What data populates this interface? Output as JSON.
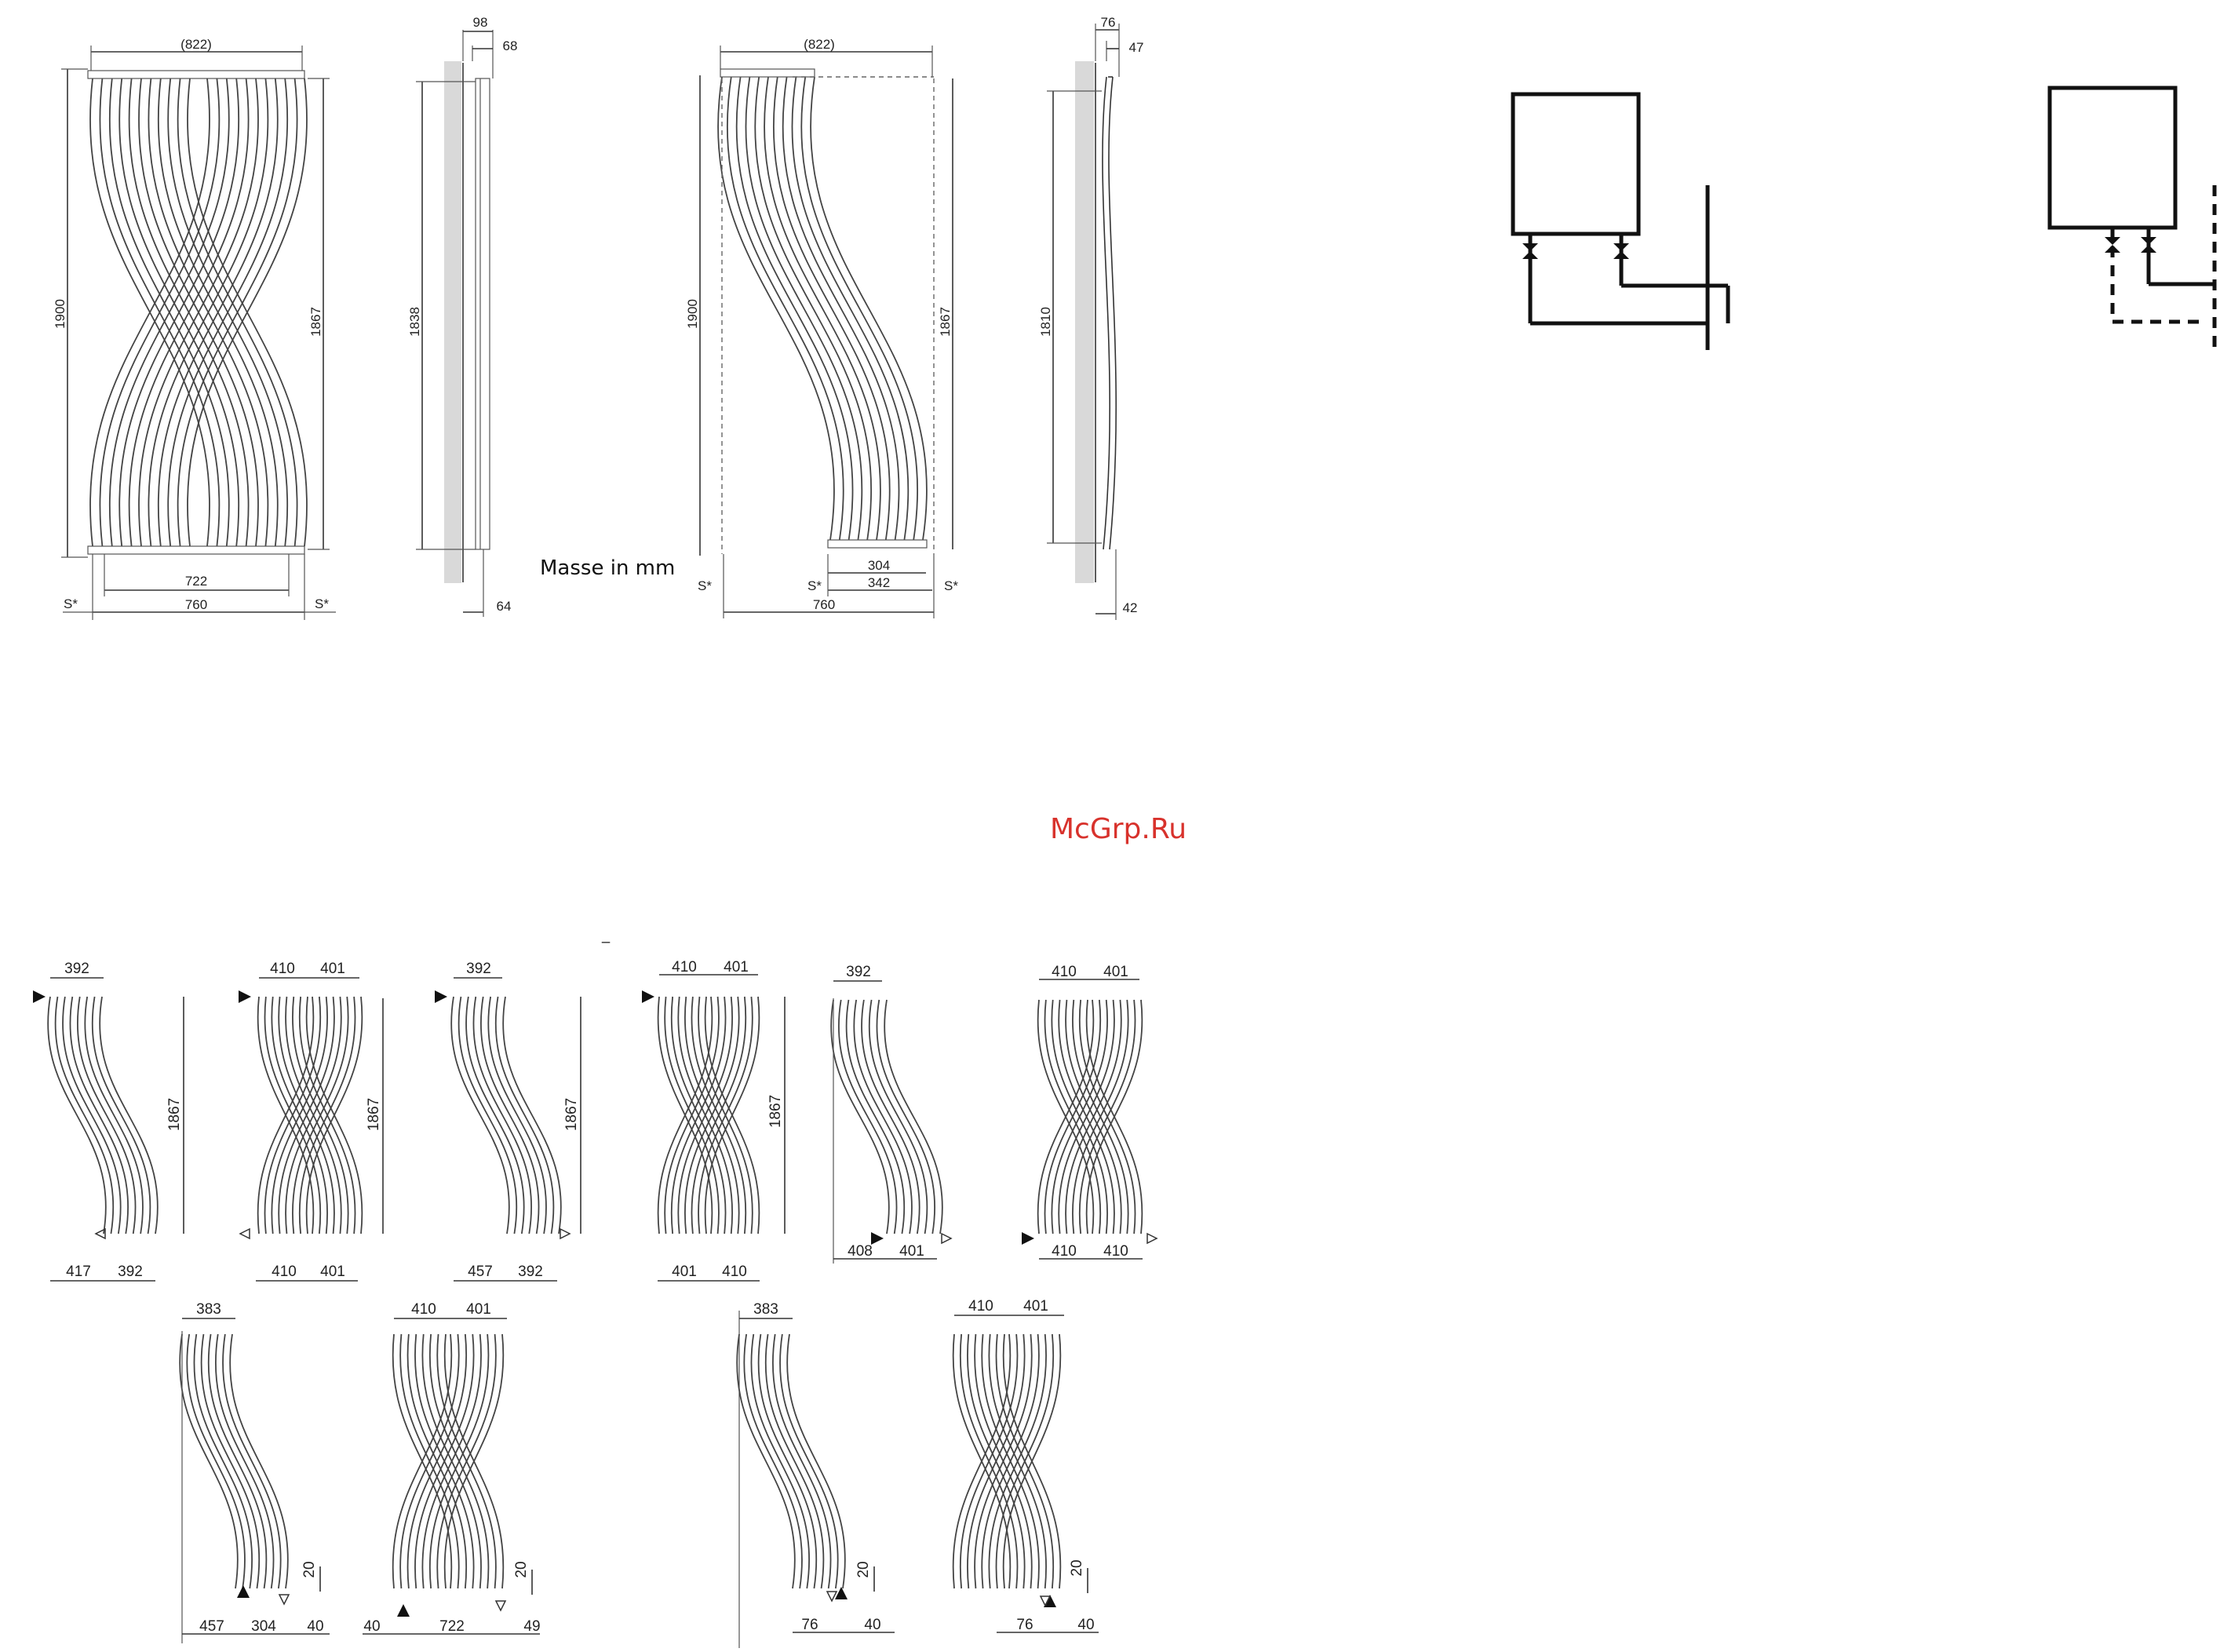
{
  "top_drawings": {
    "front_a": {
      "width_overall": "(822)",
      "height_total": "1900",
      "height_inner": "1867",
      "inner_width": "722",
      "outer_width": "760",
      "spacing_left": "S*",
      "spacing_right": "S*"
    },
    "side_a": {
      "depth_top": "98",
      "depth_inner": "68",
      "height": "1838",
      "depth_bottom": "64"
    },
    "front_b": {
      "width_overall": "(822)",
      "height_total": "1900",
      "height_inner": "1867",
      "offset_a": "304",
      "offset_b": "342",
      "outer_width": "760",
      "spacing_left": "S*",
      "spacing_mid": "S*",
      "spacing_right": "S*"
    },
    "side_b": {
      "depth_top": "76",
      "depth_inner": "47",
      "height": "1810",
      "depth_bottom": "42"
    },
    "units_note": "Masse in mm"
  },
  "watermark": "McGrp.Ru",
  "dash_mark": "–",
  "row1": [
    {
      "top": [
        "392"
      ],
      "height": "1867",
      "bottom": [
        "417",
        "392"
      ]
    },
    {
      "top": [
        "410",
        "401"
      ],
      "height": "1867",
      "bottom": [
        "410",
        "401"
      ]
    },
    {
      "top": [
        "392"
      ],
      "height": "1867",
      "bottom": [
        "457",
        "392"
      ]
    },
    {
      "top": [
        "410",
        "401"
      ],
      "height": "1867",
      "bottom": [
        "401",
        "410"
      ]
    },
    {
      "top": [
        "392"
      ],
      "height": "",
      "bottom": [
        "408",
        "401"
      ]
    },
    {
      "top": [
        "410",
        "401"
      ],
      "height": "",
      "bottom": [
        "410",
        "410"
      ]
    }
  ],
  "row2": [
    {
      "top": [
        "383"
      ],
      "offset": "20",
      "bottom": [
        "457",
        "304",
        "40"
      ]
    },
    {
      "top": [
        "410",
        "401"
      ],
      "offset": "20",
      "bottom": [
        "40",
        "722",
        "49"
      ]
    },
    {
      "top": [
        "383"
      ],
      "offset": "20",
      "bottom": [
        "76",
        "40"
      ]
    },
    {
      "top": [
        "410",
        "401"
      ],
      "offset": "20",
      "bottom": [
        "76",
        "40"
      ]
    }
  ],
  "icons": [
    "arrow-filled-icon",
    "arrow-hollow-icon",
    "valve-icon"
  ],
  "colors": {
    "watermark": "#d8322c",
    "lines": "#333333",
    "wall": "#d9d9d9"
  }
}
